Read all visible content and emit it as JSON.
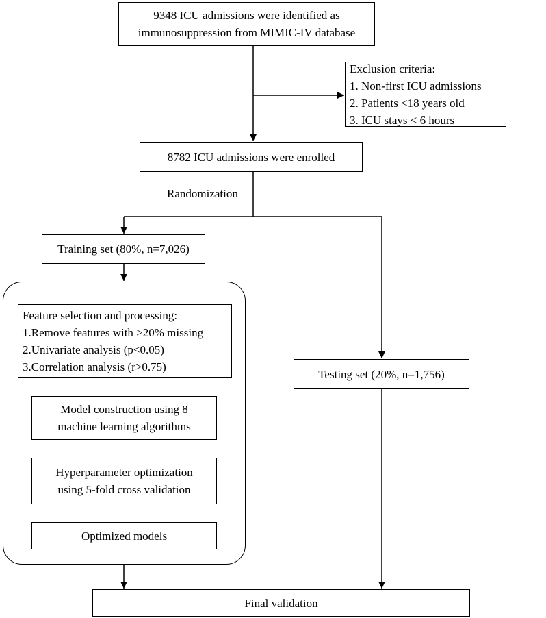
{
  "identified": [
    "9348 ICU admissions were identified as",
    "immunosuppression from MIMIC-IV database"
  ],
  "exclusion": {
    "title": "Exclusion criteria:",
    "items": [
      "1. Non-first ICU admissions",
      "2. Patients <18 years old",
      "3. ICU stays < 6 hours"
    ]
  },
  "enrolled": "8782 ICU admissions were enrolled",
  "randomization": "Randomization",
  "training": "Training set (80%, n=7,026)",
  "feature": {
    "title": "Feature selection and processing:",
    "items": [
      "1.Remove features with >20% missing",
      "2.Univariate analysis (p<0.05)",
      "3.Correlation analysis (r>0.75)"
    ]
  },
  "model_construction": [
    "Model construction using 8",
    "machine learning algorithms"
  ],
  "hyperparameter": [
    "Hyperparameter optimization",
    "using 5-fold cross validation"
  ],
  "optimized": "Optimized models",
  "testing": "Testing set (20%, n=1,756)",
  "final": "Final validation"
}
